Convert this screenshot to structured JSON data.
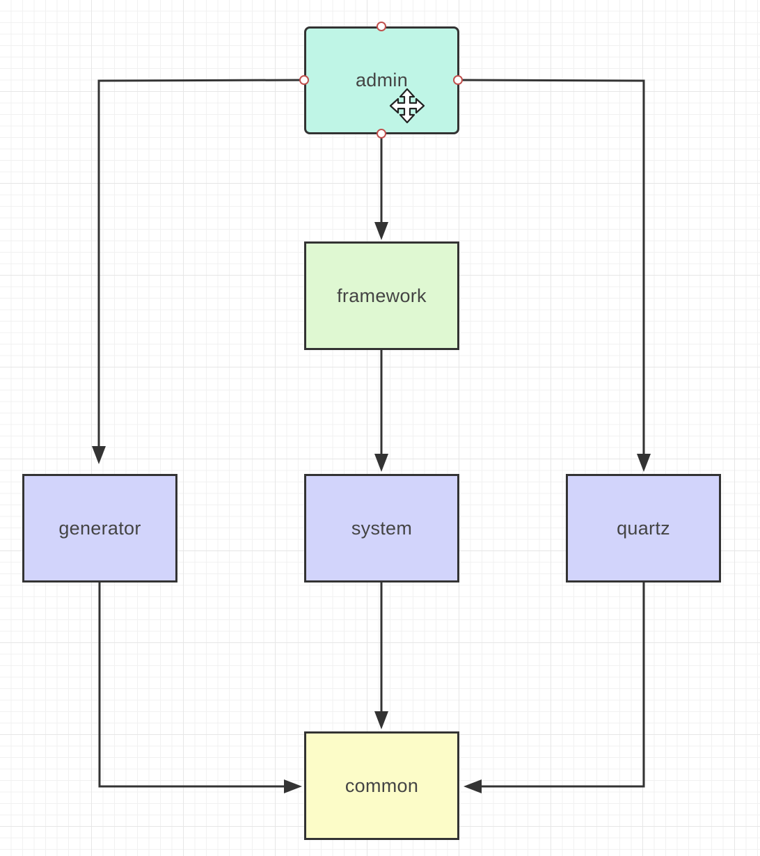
{
  "diagram": {
    "nodes": [
      {
        "id": "admin",
        "label": "admin",
        "fill": "#bff5e6",
        "selected": true
      },
      {
        "id": "framework",
        "label": "framework",
        "fill": "#dff8d2"
      },
      {
        "id": "generator",
        "label": "generator",
        "fill": "#d2d4fb"
      },
      {
        "id": "system",
        "label": "system",
        "fill": "#d2d4fb"
      },
      {
        "id": "quartz",
        "label": "quartz",
        "fill": "#d2d4fb"
      },
      {
        "id": "common",
        "label": "common",
        "fill": "#fcfcc8"
      }
    ],
    "edges": [
      {
        "from": "admin",
        "to": "framework"
      },
      {
        "from": "admin",
        "to": "generator"
      },
      {
        "from": "admin",
        "to": "quartz"
      },
      {
        "from": "framework",
        "to": "system"
      },
      {
        "from": "system",
        "to": "common"
      },
      {
        "from": "generator",
        "to": "common"
      },
      {
        "from": "quartz",
        "to": "common"
      }
    ],
    "edge_color": "#333333",
    "handle_color": "#c0504d",
    "cursor_icon": "move-cursor-icon"
  }
}
